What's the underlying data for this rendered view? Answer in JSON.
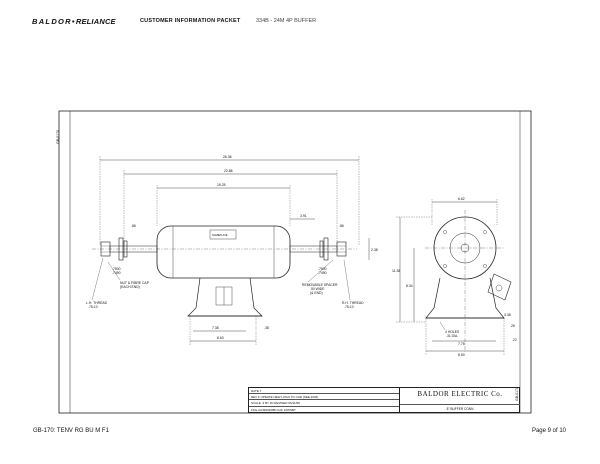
{
  "header": {
    "brand_main": "BALDOR",
    "brand_sep": "•",
    "brand_sub": "RELIANCE",
    "packet_title": "CUSTOMER INFORMATION PACKET",
    "model": "334B - 24M  4P BUFFER"
  },
  "footer": {
    "doc_id": "GB-170: TENV RG BU M  F1",
    "page_label": "Page 9 of 10"
  },
  "drawing": {
    "side_tag_left": "GB-0170",
    "side_tag_right": "GB-0170",
    "front_dims": {
      "overall": "26.38",
      "across_guards": "22.88",
      "body": "15.25",
      "shaft_left": ".86",
      "shaft_right": ".86",
      "center": "3.91",
      "height": "2.38",
      "base": "7.38",
      "base_total": "8.63",
      "base_off": ".38",
      "dia_left_1": ".7500",
      "dia_left_2": ".7490",
      "dia_right_1": ".7500",
      "dia_right_2": ".7490"
    },
    "front_notes": {
      "nut": "NUT & FIBRE CAP",
      "nut_qty": "(EACH END)",
      "lh_thread": "L.H. THREAD",
      "lh_spec": ".75-10",
      "spacer": "REMOVABLE SPACER",
      "spacer_od": ".50 WIDE",
      "spacer_qty": "(& END)",
      "rh_thread": "R.H. THREAD",
      "rh_spec": ".75-10",
      "nameplate": "NAMEPLATE"
    },
    "side_dims": {
      "width": "6.62",
      "overall_h": "11.38",
      "center_h": "8.34",
      "slot_w": "3.38",
      "slot_h": ".25",
      "holes": "4 HOLES",
      "hole_dia": ".31 DIA.",
      "base_a": "7.75",
      "base_b": "8.50",
      "base_off": ".22"
    },
    "title_block": {
      "row1": "DATE  7",
      "row2": "REV  F  UPDATE NEW LOGO TO CAD (SEE 2006)",
      "row3": "SCALE  .3          BY  JD           REVISED  06/11/98",
      "row4": "FILE   AA4960208B             CHK  10WNBT",
      "company": "BALDOR ELECTRIC Co.",
      "description": "8\" BUFFER CONN"
    }
  }
}
